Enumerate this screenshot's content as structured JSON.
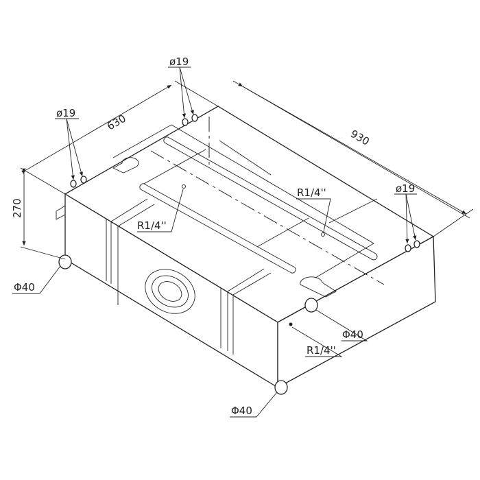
{
  "title": "Water tank isometric drawing",
  "dimensions": {
    "width": "630",
    "length": "930",
    "height": "270"
  },
  "fittings": {
    "pipe_small_1": "ø19",
    "pipe_small_2": "ø19",
    "pipe_small_3": "ø19",
    "thread_1": "R1/4''",
    "thread_2": "R1/4''",
    "thread_3": "R1/4''",
    "outlet_1": "Φ40",
    "outlet_2": "Φ40",
    "outlet_3": "Φ40"
  }
}
